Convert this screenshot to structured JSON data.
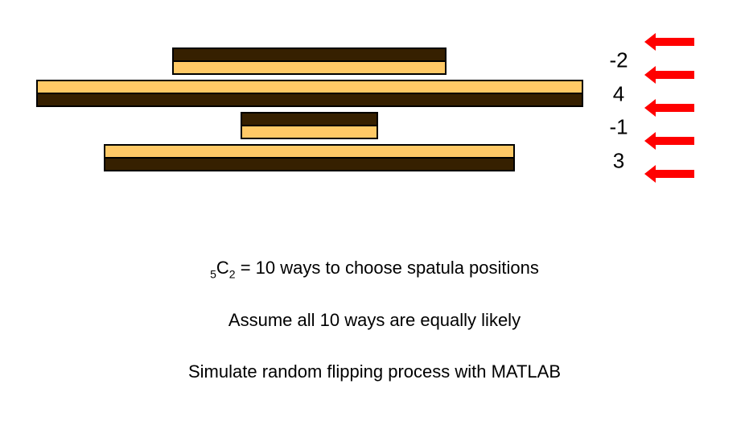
{
  "colors": {
    "burnt": "#362000",
    "golden": "#FFC966",
    "arrow": "#FF0000"
  },
  "pancakes": [
    {
      "size_rank": 4,
      "value": "-2",
      "top_side": "burnt"
    },
    {
      "size_rank": 1,
      "value": "4",
      "top_side": "golden"
    },
    {
      "size_rank": 5,
      "value": "-1",
      "top_side": "burnt"
    },
    {
      "size_rank": 2,
      "value": "3",
      "top_side": "golden"
    }
  ],
  "labels": [
    "-2",
    "4",
    "-1",
    "3"
  ],
  "arrow_count": 5,
  "text": {
    "line1_sub_left": "5",
    "line1_main": "C",
    "line1_sub_right": "2",
    "line1_rest": " = 10 ways to choose spatula positions",
    "line2": "Assume all 10 ways are equally likely",
    "line3": "Simulate random flipping process with MATLAB"
  }
}
